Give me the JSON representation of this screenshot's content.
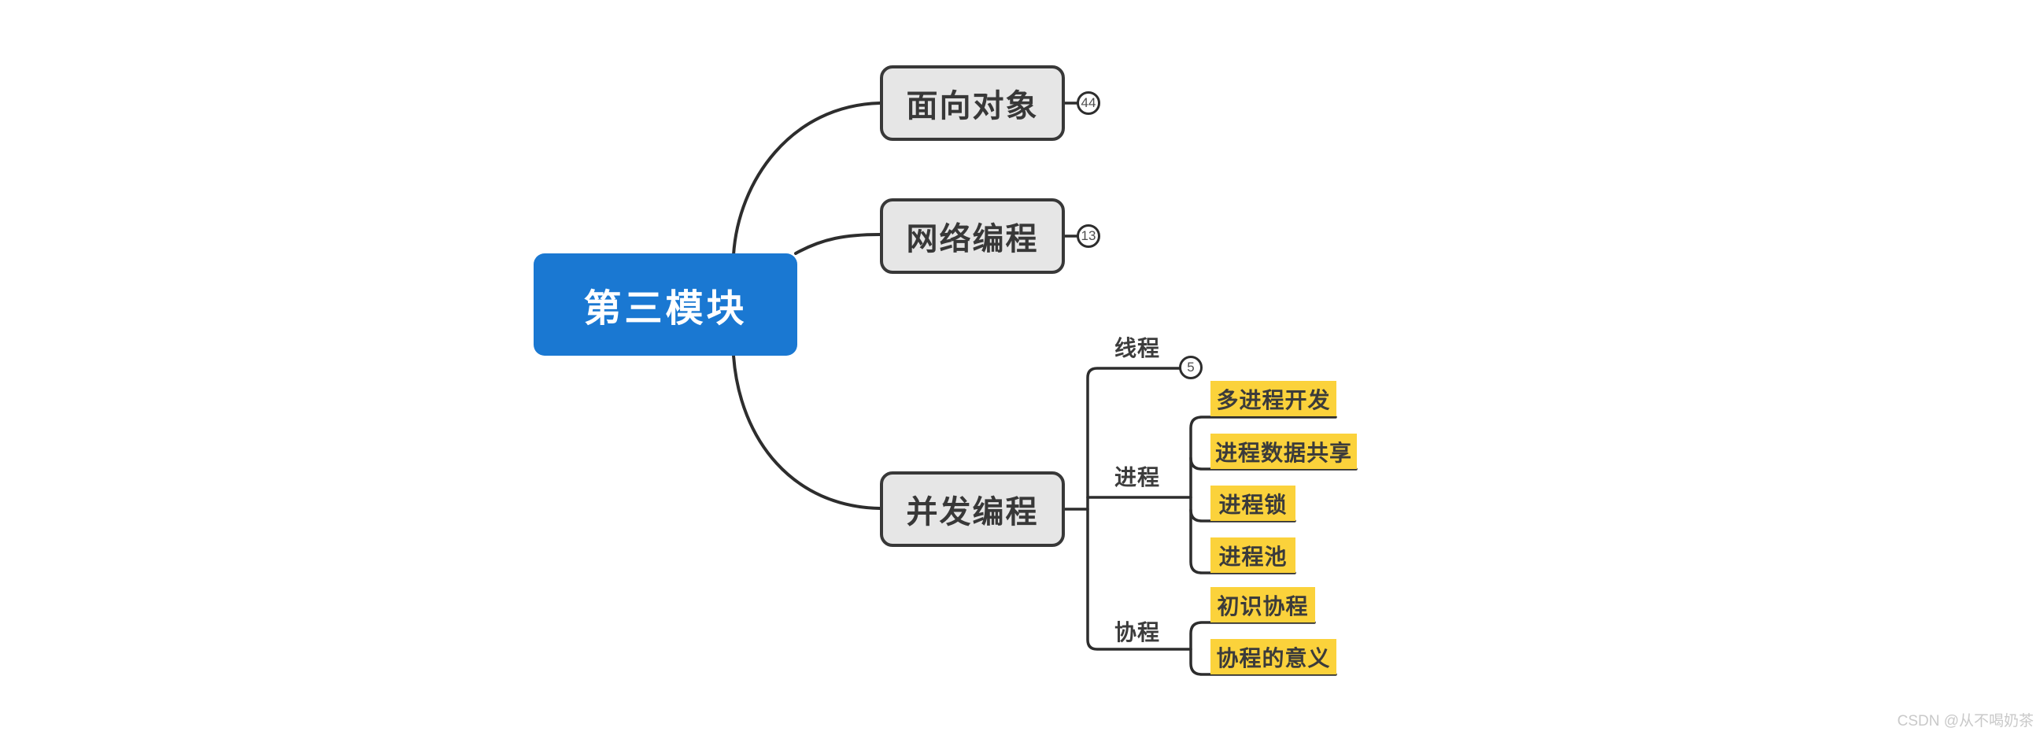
{
  "mindmap": {
    "root": {
      "label": "第三模块"
    },
    "branches": [
      {
        "label": "面向对象",
        "badge": "44"
      },
      {
        "label": "网络编程",
        "badge": "13"
      },
      {
        "label": "并发编程",
        "children": [
          {
            "label": "线程",
            "badge": "5"
          },
          {
            "label": "进程",
            "children": [
              "多进程开发",
              "进程数据共享",
              "进程锁",
              "进程池"
            ]
          },
          {
            "label": "协程",
            "children": [
              "初识协程",
              "协程的意义"
            ]
          }
        ]
      }
    ],
    "colors": {
      "root_bg": "#1a78d2",
      "root_text": "#ffffff",
      "branch_bg": "#e6e6e6",
      "branch_border": "#383838",
      "highlight_bg": "#fbd23b",
      "line": "#2d2d2d",
      "canvas_bg": "#ffffff",
      "watermark_text": "#c9c9c9"
    }
  },
  "watermark": {
    "text": "CSDN @从不喝奶茶"
  }
}
